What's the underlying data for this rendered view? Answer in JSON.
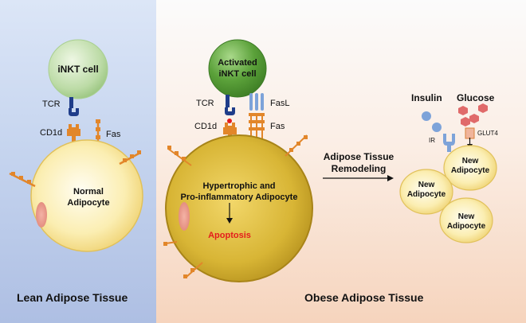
{
  "lean": {
    "cell_label": "iNKT cell",
    "tcr": "TCR",
    "cd1d": "CD1d",
    "fas": "Fas",
    "adipocyte_line1": "Normal",
    "adipocyte_line2": "Adipocyte",
    "tissue_label": "Lean Adipose Tissue"
  },
  "obese": {
    "cell_line1": "Activated",
    "cell_line2": "iNKT cell",
    "tcr": "TCR",
    "fasl": "FasL",
    "cd1d": "CD1d",
    "fas": "Fas",
    "adipocyte_line1": "Hypertrophic and",
    "adipocyte_line2": "Pro-inflammatory Adipocyte",
    "apoptosis": "Apoptosis",
    "tissue_label": "Obese Adipose Tissue"
  },
  "remodeling": {
    "line1": "Adipose Tissue",
    "line2": "Remodeling"
  },
  "new_adipocytes": {
    "insulin": "Insulin",
    "glucose": "Glucose",
    "ir": "IR",
    "glut4": "GLUT4",
    "cell_line1": "New",
    "cell_line2": "Adipocyte"
  },
  "colors": {
    "apoptosis_red": "#e41c1c",
    "orange": "#e2862a",
    "navy": "#1f3d8a",
    "light_blue": "#7da3d9",
    "salmon": "#e06a6a"
  }
}
